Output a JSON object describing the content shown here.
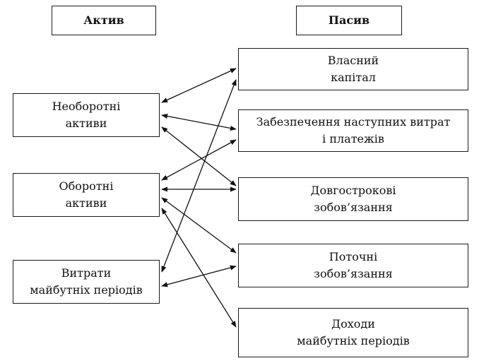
{
  "headers": {
    "aktyv": "Актив",
    "pasyv": "Пасив"
  },
  "left": [
    {
      "line1": "Необоротні",
      "line2": "активи"
    },
    {
      "line1": "Оборотні",
      "line2": "активи"
    },
    {
      "line1": "Витрати",
      "line2": "майбутніх періодів"
    }
  ],
  "right": [
    {
      "line1": "Власний",
      "line2": "капітал"
    },
    {
      "line1": "Забезпечення наступних витрат",
      "line2": "і платежів"
    },
    {
      "line1": "Довгострокові",
      "line2": "зобов’язання"
    },
    {
      "line1": "Поточні",
      "line2": "зобов’язання"
    },
    {
      "line1": "Доходи",
      "line2": "майбутніх періодів"
    }
  ],
  "connections": [
    {
      "from": "Необоротні активи",
      "to": "Власний капітал",
      "bidirectional": true
    },
    {
      "from": "Необоротні активи",
      "to": "Забезпечення наступних витрат і платежів",
      "bidirectional": true
    },
    {
      "from": "Необоротні активи",
      "to": "Довгострокові зобов’язання",
      "bidirectional": true
    },
    {
      "from": "Оборотні активи",
      "to": "Забезпечення наступних витрат і платежів",
      "bidirectional": true
    },
    {
      "from": "Оборотні активи",
      "to": "Довгострокові зобов’язання",
      "bidirectional": true
    },
    {
      "from": "Оборотні активи",
      "to": "Поточні зобов’язання",
      "bidirectional": true
    },
    {
      "from": "Оборотні активи",
      "to": "Доходи майбутніх періодів",
      "bidirectional": true
    },
    {
      "from": "Витрати майбутніх періодів",
      "to": "Власний капітал",
      "bidirectional": true
    },
    {
      "from": "Витрати майбутніх періодів",
      "to": "Поточні зобов’язання",
      "bidirectional": true
    }
  ]
}
